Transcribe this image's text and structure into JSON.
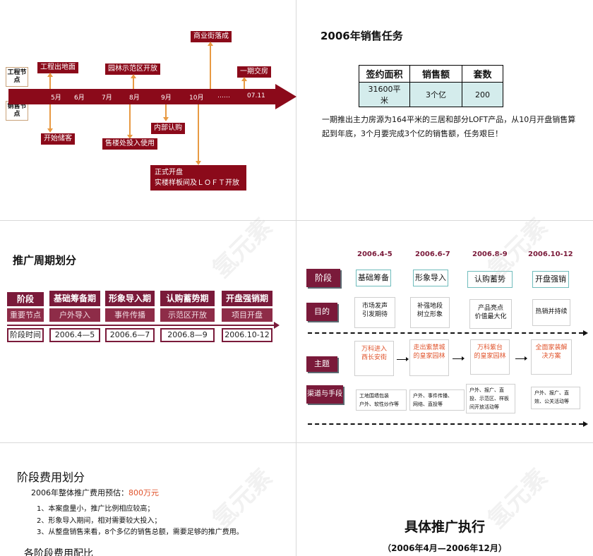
{
  "watermark": "氢元素",
  "panel1": {
    "node_engineering": "工程节点",
    "node_sales": "销售节点",
    "months": [
      "5月",
      "6月",
      "7月",
      "8月",
      "9月",
      "10月",
      "……",
      "07.11"
    ],
    "above": {
      "ground": "工程出地面",
      "garden": "园林示范区开放",
      "street": "商业街落成",
      "delivery": "一期交房"
    },
    "below": {
      "reserve": "开始储客",
      "sales_office": "售楼处投入使用",
      "internal": "内部认购",
      "open_line1": "正式开盘",
      "open_line2": "实楼样板间及ＬＯＦＴ开放"
    }
  },
  "panel2": {
    "title": "2006年销售任务",
    "headers": [
      "签约面积",
      "销售额",
      "套数"
    ],
    "values": [
      "31600平米",
      "3个亿",
      "200"
    ],
    "text": "一期推出主力房源为164平米的三居和部分LOFT产品，从10月开盘销售算起到年底，3个月要完成3个亿的销售额，任务艰巨！"
  },
  "panel3": {
    "title": "推广周期划分",
    "stage_label": "阶段",
    "nodes_label": "重要节点",
    "time_label": "阶段时间",
    "stages": [
      {
        "name": "基础筹备期",
        "node": "户外导入",
        "time": "2006.4—5"
      },
      {
        "name": "形象导入期",
        "node": "事件传播",
        "time": "2006.6—7"
      },
      {
        "name": "认购蓄势期",
        "node": "示范区开放",
        "time": "2006.8—9"
      },
      {
        "name": "开盘强销期",
        "node": "项目开盘",
        "time": "2006.10-12"
      }
    ]
  },
  "panel4": {
    "dates": [
      "2006.4-5",
      "2006.6-7",
      "2006.8-9",
      "2006.10-12"
    ],
    "row_stage": "阶段",
    "row_goal": "目的",
    "row_theme": "主题",
    "row_channel": "渠道与手段",
    "stages": [
      "基础筹备",
      "形象导入",
      "认购蓄势",
      "开盘强销"
    ],
    "goals": [
      [
        "市场发声",
        "引发期待"
      ],
      [
        "补强地段",
        "树立形象"
      ],
      [
        "产品亮点",
        "价值最大化"
      ],
      [
        "热销并持续"
      ]
    ],
    "themes": [
      [
        "万科进入",
        "西长安街"
      ],
      [
        "走出紫禁城",
        "的皇家园林"
      ],
      [
        "万科紫台",
        "的皇家园林"
      ],
      [
        "全面家装解",
        "决方案"
      ]
    ],
    "channels": [
      [
        "工地围墙包装",
        "户外、软性炒作等"
      ],
      [
        "户外、事件传播、",
        "网络、直投等"
      ],
      [
        "户外、报广、直",
        "投、示范区、样板",
        "间开放活动等"
      ],
      [
        "户外、报广、直",
        "效、公关活动等"
      ]
    ]
  },
  "panel5": {
    "title": "阶段费用划分",
    "budget_prefix": "2006年整体推广费用预估：",
    "budget_value": "800万元",
    "items": [
      "1、本案盘量小，推广比例相应较高；",
      "2、形象导入期间，相对需要较大投入；",
      "3、从整盘销售来看，8个多亿的销售总额，需要足够的推广费用。"
    ],
    "subtitle": "各阶段费用配比"
  },
  "panel6": {
    "title": "具体推广执行",
    "subtitle": "（2006年4月—2006年12月）"
  }
}
